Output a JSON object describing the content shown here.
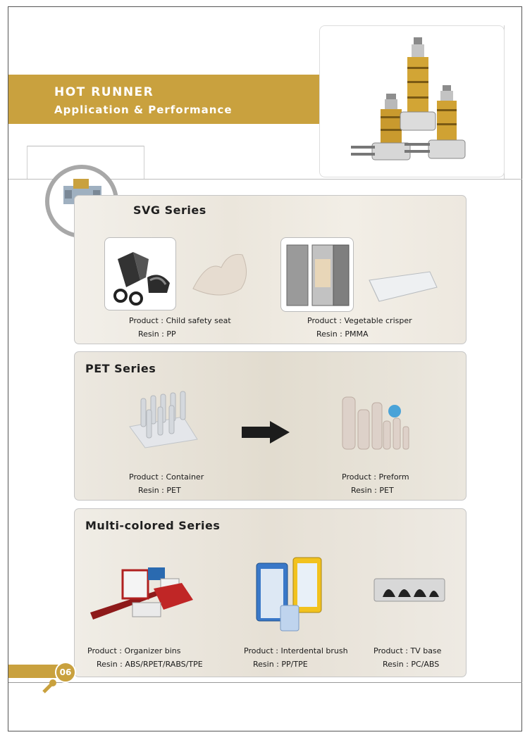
{
  "header": {
    "title": "HOT RUNNER",
    "subtitle": "Application & Performance"
  },
  "sections": {
    "svg": {
      "title": "SVG Series",
      "items": [
        {
          "product_label": "Product : Child safety seat",
          "resin_label": "Resin : PP"
        },
        {
          "product_label": "Product : Vegetable crisper",
          "resin_label": "Resin : PMMA"
        }
      ]
    },
    "pet": {
      "title": "PET Series",
      "items": [
        {
          "product_label": "Product : Container",
          "resin_label": "Resin : PET"
        },
        {
          "product_label": "Product : Preform",
          "resin_label": "Resin : PET"
        }
      ]
    },
    "multi": {
      "title": "Multi-colored Series",
      "items": [
        {
          "product_label": "Product : Organizer bins",
          "resin_label": "Resin : ABS/RPET/RABS/TPE"
        },
        {
          "product_label": "Product : Interdental brush",
          "resin_label": "Resin : PP/TPE"
        },
        {
          "product_label": "Product : TV base",
          "resin_label": "Resin : PC/ABS"
        }
      ]
    }
  },
  "footer": {
    "page_number": "06"
  },
  "colors": {
    "accent": "#c9a13e",
    "panel_border": "#c6c6c6"
  },
  "icons": [
    "hot-runner-nozzle-icon",
    "right-arrow-icon",
    "key-icon"
  ]
}
